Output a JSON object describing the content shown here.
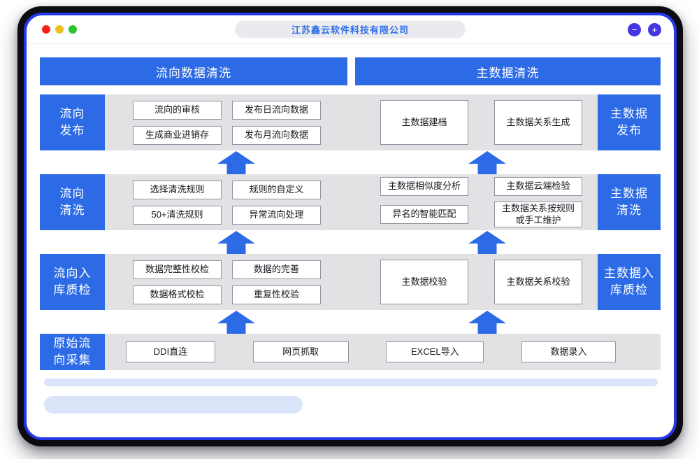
{
  "window": {
    "title": "江苏鑫云软件科技有限公司",
    "zoom_out_glyph": "−",
    "zoom_in_glyph": "+"
  },
  "colors": {
    "primary_blue": "#2c6be5",
    "band_gray": "#e2e2e4",
    "control_indigo": "#4334e4",
    "frame_border_blue": "#2438ea",
    "skeleton_blue": "#dbe5fa",
    "traffic_red": "#f3221b",
    "traffic_yellow": "#eac11e",
    "traffic_green": "#2cc32f"
  },
  "headers": {
    "left": "流向数据清洗",
    "right": "主数据清洗"
  },
  "rows": [
    {
      "left_label": "流向\n发布",
      "right_label": "主数据\n发布",
      "left_boxes": [
        "流向的审核",
        "发布日流向数据",
        "生成商业进销存",
        "发布月流向数据"
      ],
      "right_boxes": [
        "主数据建档",
        "主数据关系生成"
      ]
    },
    {
      "left_label": "流向\n清洗",
      "right_label": "主数据\n清洗",
      "left_boxes": [
        "选择清洗规则",
        "规则的自定义",
        "50+清洗规则",
        "异常流向处理"
      ],
      "right_boxes": [
        "主数据相似度分析",
        "主数据云端检验",
        "异名的智能匹配",
        "主数据关系按规则\n或手工维护"
      ]
    },
    {
      "left_label": "流向入\n库质检",
      "right_label": "主数据入\n库质检",
      "left_boxes": [
        "数据完整性校检",
        "数据的完善",
        "数据格式校检",
        "重复性校验"
      ],
      "right_boxes": [
        "主数据校验",
        "主数据关系校验"
      ]
    },
    {
      "left_label": "原始流\n向采集",
      "boxes": [
        "DDI直连",
        "网页抓取",
        "EXCEL导入",
        "数据录入"
      ]
    }
  ]
}
